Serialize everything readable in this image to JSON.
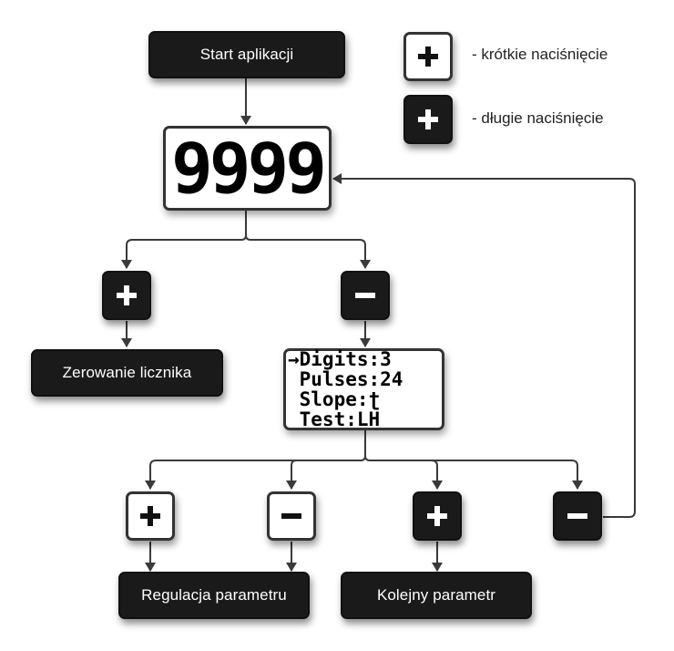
{
  "nodes": {
    "start": "Start aplikacji",
    "display_value": "9999",
    "reset": "Zerowanie licznika",
    "adjust": "Regulacja parametru",
    "next": "Kolejny parametr"
  },
  "legend": {
    "short_press": {
      "button": "+",
      "text": "-  krótkie naciśnięcie",
      "style": "light"
    },
    "long_press": {
      "button": "+",
      "text": "-  długie naciśnięcie",
      "style": "dark"
    }
  },
  "menu": {
    "lines": [
      "→Digits:3",
      " Pulses:24",
      " Slope:ʈ",
      " Test:LH"
    ]
  },
  "buttons": {
    "long_plus_reset": {
      "symbol": "+",
      "press": "long"
    },
    "long_minus_menu": {
      "symbol": "−",
      "press": "long"
    },
    "short_plus": {
      "symbol": "+",
      "press": "short"
    },
    "short_minus": {
      "symbol": "−",
      "press": "short"
    },
    "long_plus_next": {
      "symbol": "+",
      "press": "long"
    },
    "long_minus_exit": {
      "symbol": "−",
      "press": "long"
    }
  },
  "colors": {
    "dark_node": "#1b1a1a",
    "light_node": "#ffffff",
    "wire": "#3a3a3a"
  }
}
